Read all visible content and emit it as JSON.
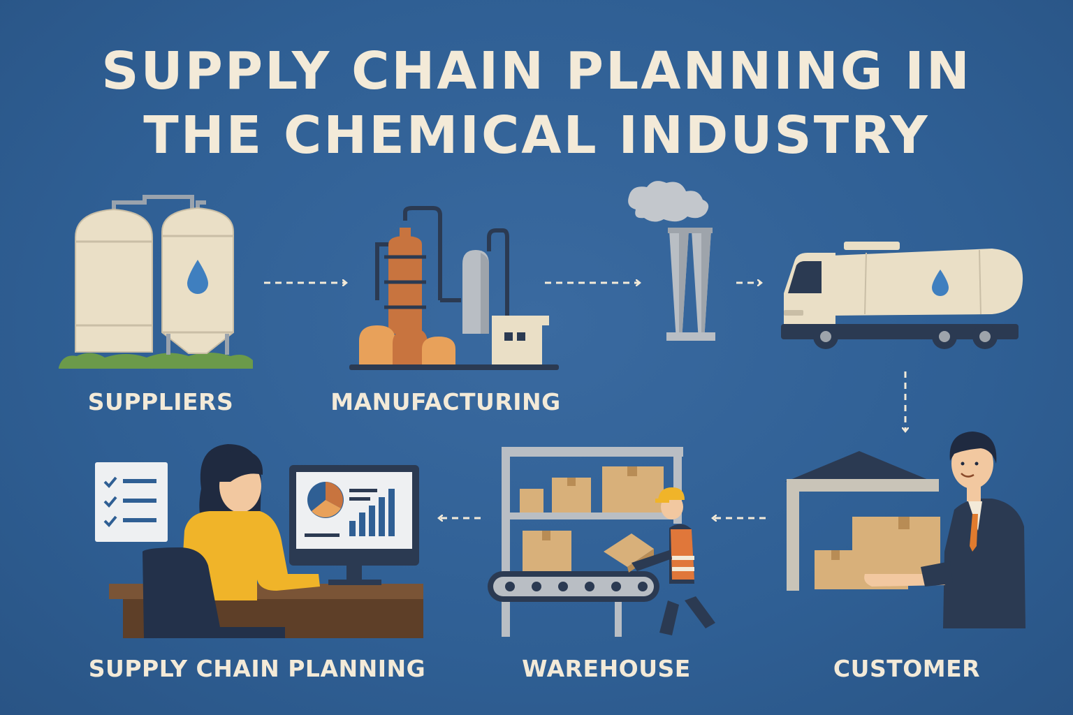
{
  "title": {
    "line1": "SUPPLY CHAIN PLANNING IN",
    "line2": "THE CHEMICAL INDUSTRY"
  },
  "stages": [
    {
      "label": "SUPPLIERS",
      "icon": "storage-tanks-icon"
    },
    {
      "label": "MANUFACTURING",
      "icon": "chemical-plant-icon"
    },
    {
      "label": "",
      "icon": "smokestacks-icon"
    },
    {
      "label": "",
      "icon": "tanker-truck-icon"
    },
    {
      "label": "CUSTOMER",
      "icon": "customer-receiving-icon"
    },
    {
      "label": "WAREHOUSE",
      "icon": "warehouse-shelving-icon"
    },
    {
      "label": "SUPPLY CHAIN PLANNING",
      "icon": "planner-desk-icon"
    }
  ],
  "colors": {
    "background": "#2f5f94",
    "text": "#f3ead8",
    "tank": "#eadfc6",
    "accent_orange": "#c8743f",
    "box": "#d8b07a",
    "droplet": "#3f7fbf"
  }
}
